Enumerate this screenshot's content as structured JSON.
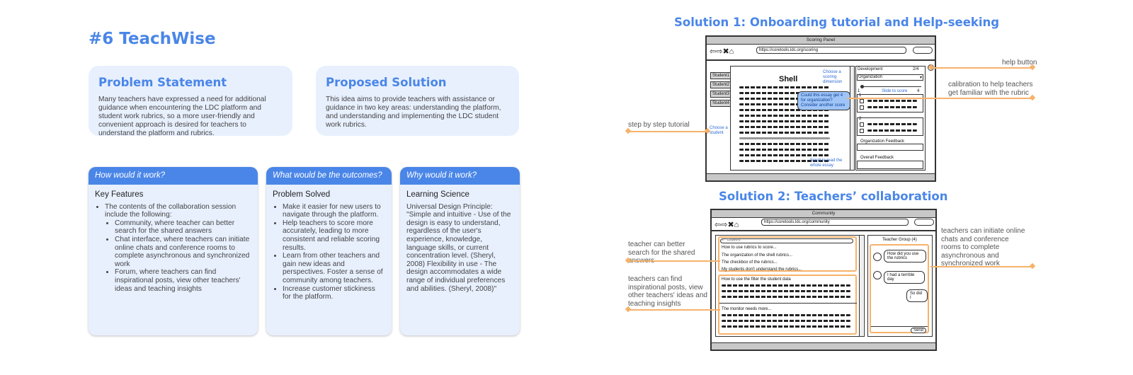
{
  "title": "#6 TeachWise",
  "problem": {
    "heading": "Problem Statement",
    "text": "Many teachers have expressed a need for additional guidance when encountering the LDC platform and student work rubrics, so a more user-friendly and convenient approach is desired for teachers to understand the platform and rubrics."
  },
  "solution": {
    "heading": "Proposed Solution",
    "text": "This idea aims to provide teachers with assistance or guidance in two key areas: understanding the platform, and understanding and implementing the LDC student work rubrics."
  },
  "cards": {
    "how": {
      "header": "How would it work?",
      "subheading": "Key Features",
      "intro": "The contents of the collaboration session include the following:",
      "items": [
        "Community, where teacher can better search for the shared answers",
        "Chat interface, where teachers can initiate online chats and conference rooms to complete asynchronous and synchronized work",
        "Forum, where teachers can find inspirational posts, view other teachers' ideas and teaching insights"
      ]
    },
    "outcomes": {
      "header": "What would be the outcomes?",
      "subheading": "Problem Solved",
      "items": [
        "Make it easier for new users to navigate through the platform.",
        "Help teachers to score more accurately, leading to more consistent and reliable scoring results.",
        "Learn from other teachers and gain new ideas and perspectives. Foster a sense of community among teachers.",
        "Increase customer stickiness for the platform."
      ]
    },
    "why": {
      "header": "Why would it work?",
      "subheading": "Learning Science",
      "text": "Universal Design Principle: \"Simple and intuitive - Use of the design is easy to understand, regardless of the user's experience, knowledge, language skills, or current concentration level. (Sheryl, 2008) Flexibility in use - The design accommodates a wide range of individual preferences and abilities. (Sheryl, 2008)\""
    }
  },
  "solution1": {
    "title": "Solution 1: Onboarding tutorial and Help-seeking",
    "window_title": "Scoring Panel",
    "url": "https://coretools.ldc.org/scoring",
    "students": [
      "Student1",
      "Student2",
      "Student3",
      "Student4"
    ],
    "essay_title": "Shell",
    "tip_dimension": "Choose a scoring dimension",
    "tip_student": "Choose a student",
    "tip_scroll": "Scroll to read the whole essay",
    "callout": "Could this essay get 4 for organization? Consider another score",
    "dimension_label": "Development",
    "dimension_count": "2/4",
    "select_value": "Organization",
    "slider_min": "1",
    "slider_label": "Slide to score",
    "slider_max": "4",
    "level1": "1",
    "level2": "2",
    "org_feedback": "Organization Feedback",
    "overall_feedback": "Overall Feedback",
    "help_glyph": "?",
    "annot_help": "help button",
    "annot_calibration": "calibration to help teachers get familiar with the rubric",
    "annot_tutorial": "step by step tutorial"
  },
  "solution2": {
    "title": "Solution 2: Teachers’ collaboration",
    "window_title": "Community",
    "url": "https://coretools.ldc.org/community",
    "search_value": "Rubrics",
    "results": [
      "How to use rubrics to score...",
      "The organization of the shell rubrics...",
      "The checkbox of the rubrics...",
      "My students don't understand the rubrics..."
    ],
    "post1": "How to use the filter the student data",
    "post2": "The monitor needs more...",
    "group_title": "Teacher Group (4)",
    "chat": [
      "How did you use the rubrics",
      "I had a terrible day",
      "So did I"
    ],
    "send_label": "Send",
    "annot_search": "teacher can better search for the shared answers",
    "annot_forum": "teachers can find inspirational posts, view other teachers' ideas and teaching insights",
    "annot_chat": "teachers can initiate online chats and conference rooms to complete asynchronous and synchronized work"
  },
  "colors": {
    "accent": "#4a86e8",
    "panel_bg": "#e8f0fe",
    "annotation_line": "#f6b26b"
  }
}
